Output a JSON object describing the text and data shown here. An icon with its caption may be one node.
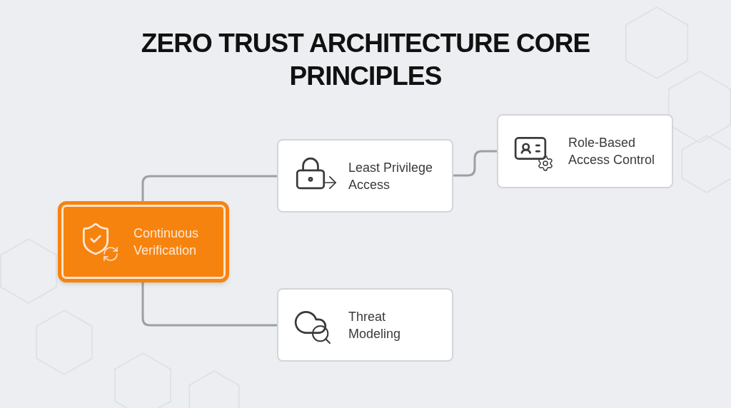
{
  "diagram": {
    "title": "ZERO TRUST ARCHITECTURE CORE PRINCIPLES",
    "nodes": [
      {
        "text": [
          "Continuous Verification"
        ]
      },
      {
        "text": [
          "Least Privilege Access"
        ]
      },
      {
        "text": [
          "Role-Based Access Control"
        ]
      },
      {
        "text": [
          "Threat Modeling"
        ]
      }
    ],
    "edges": [
      {
        "from": 0,
        "to": 1,
        "arrow": "none"
      },
      {
        "from": 1,
        "to": 2,
        "arrow": "none"
      },
      {
        "from": 0,
        "to": 3,
        "arrow": "none"
      }
    ]
  }
}
